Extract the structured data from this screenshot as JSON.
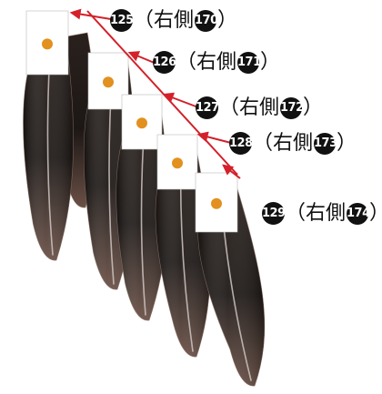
{
  "colors": {
    "arrow": "#d3202a",
    "dot": "#e2901f",
    "tag_fill": "#ffffff",
    "feather_dark": "#1c1715",
    "feather_mid": "#3b2c25",
    "feather_tip": "#694f45",
    "label_text": "#111111"
  },
  "labels": [
    {
      "num": "125",
      "text": "（右側",
      "ref": "170",
      "close": "）"
    },
    {
      "num": "126",
      "text": "（右側",
      "ref": "171",
      "close": "）"
    },
    {
      "num": "127",
      "text": "（右側",
      "ref": "172",
      "close": "）"
    },
    {
      "num": "128",
      "text": "（右側",
      "ref": "173",
      "close": "）"
    },
    {
      "num": "129",
      "text": "（右側",
      "ref": "174",
      "close": "）"
    }
  ]
}
